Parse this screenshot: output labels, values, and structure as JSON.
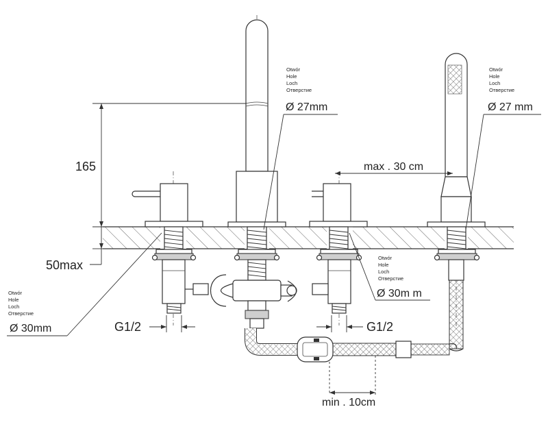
{
  "diagram": {
    "dimensions": {
      "height_165": "165",
      "max_50": "50max",
      "max_30cm": "max . 30 cm",
      "min_10cm": "min . 10cm",
      "thread_left": "G1/2",
      "thread_right": "G1/2"
    },
    "hole_callouts": [
      {
        "lines": [
          "Otwór",
          "Hole",
          "Loch",
          "Отверстие"
        ],
        "diameter": "Ø 27mm"
      },
      {
        "lines": [
          "Otwór",
          "Hole",
          "Loch",
          "Отверстие"
        ],
        "diameter": "Ø 27 mm"
      },
      {
        "lines": [
          "Otwór",
          "Hole",
          "Loch",
          "Отверстие"
        ],
        "diameter": "Ø 30m m"
      },
      {
        "lines": [
          "Otwór",
          "Hole",
          "Loch",
          "Отверстие"
        ],
        "diameter": "Ø 30mm"
      }
    ]
  }
}
